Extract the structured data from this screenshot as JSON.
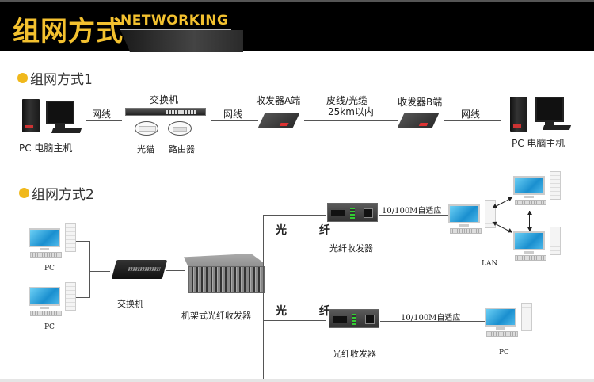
{
  "header": {
    "title": "组网方式",
    "subtitle": "NETWORKING",
    "accent_color": "#f3c12f",
    "background": "#000000"
  },
  "section1": {
    "title": "组网方式1",
    "bullet_color": "#f0b81c",
    "nodes": {
      "pc_left": "PC  电脑主机",
      "switch": "交换机",
      "modem": "光猫",
      "router": "路由器",
      "transceiver_a": "收发器A端",
      "transceiver_b": "收发器B端",
      "pc_right": "PC  电脑主机"
    },
    "links": {
      "pc_to_switch": "网线",
      "switch_to_a": "网线",
      "a_to_b_line1": "皮线/光缆",
      "a_to_b_line2": "25km以内",
      "b_to_pc": "网线"
    }
  },
  "section2": {
    "title": "组网方式2",
    "bullet_color": "#f0b81c",
    "nodes": {
      "pc_top": "PC",
      "pc_bottom": "PC",
      "switch": "交换机",
      "rack": "机架式光纤收发器",
      "converter_top": "光纤收发器",
      "converter_bottom": "光纤收发器",
      "lan": "LAN",
      "pc_end": "PC"
    },
    "links": {
      "fiber_top": "光 纤",
      "fiber_bottom": "光 纤",
      "eth_top": "10/100M自适应",
      "eth_bottom": "10/100M自适应"
    }
  }
}
